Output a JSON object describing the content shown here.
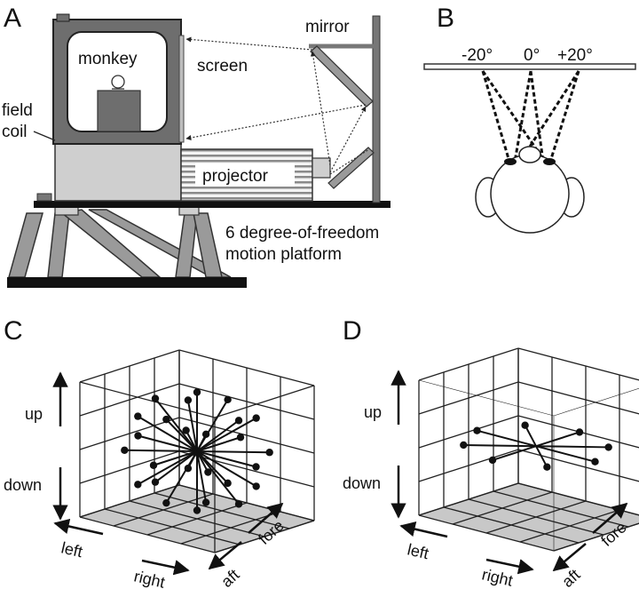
{
  "panels": {
    "a": "A",
    "b": "B",
    "c": "C",
    "d": "D"
  },
  "panel_a": {
    "monkey": "monkey",
    "screen": "screen",
    "mirror": "mirror",
    "field_coil": [
      "field",
      "coil"
    ],
    "projector": "projector",
    "platform": [
      "6 degree-of-freedom",
      "motion platform"
    ]
  },
  "panel_b": {
    "angles": [
      "-20°",
      "0°",
      "+20°"
    ]
  },
  "panel_c": {
    "up": "up",
    "down": "down",
    "left": "left",
    "right": "right",
    "fore": "fore",
    "aft": "aft"
  },
  "panel_d": {
    "up": "up",
    "down": "down",
    "left": "left",
    "right": "right",
    "fore": "fore",
    "aft": "aft"
  },
  "colors": {
    "dark_gray": "#6e6e6e",
    "mid_gray": "#9a9a9a",
    "light_gray": "#cfcfcf",
    "floor_gray": "#c8c8c8",
    "ink": "#111111"
  }
}
